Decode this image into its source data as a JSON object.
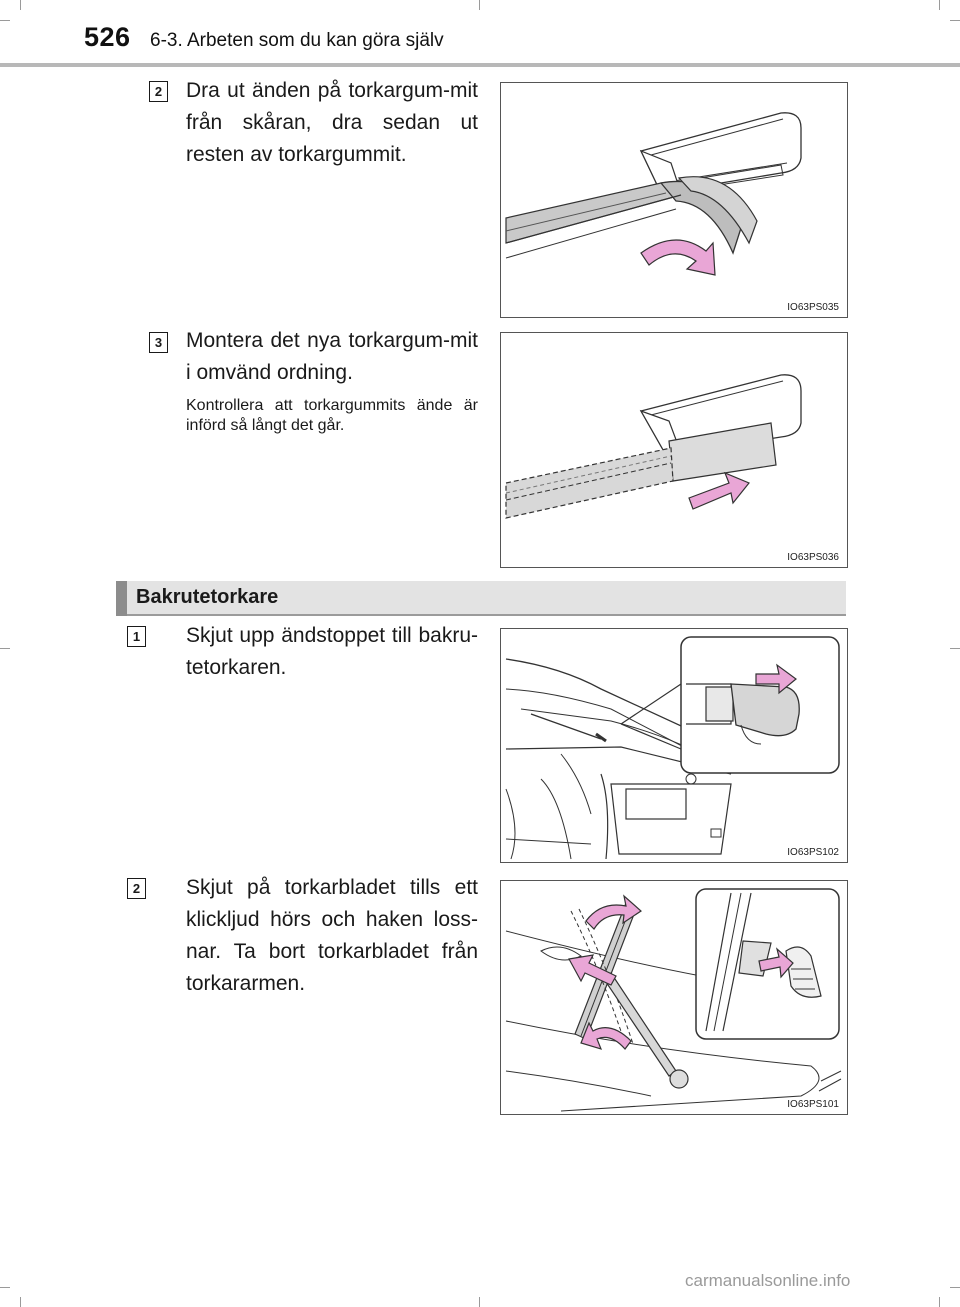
{
  "header": {
    "page_number": "526",
    "section_title": "6-3. Arbeten som du kan göra själv"
  },
  "steps_top": [
    {
      "number": "2",
      "text": "Dra ut änden på torkargum-mit från skåran, dra sedan ut resten av torkargummit.",
      "figure_code": "IO63PS035"
    },
    {
      "number": "3",
      "text": "Montera det nya torkargum-mit i omvänd ordning.",
      "note": "Kontrollera att torkargummits ände är införd så långt det går.",
      "figure_code": "IO63PS036"
    }
  ],
  "section": {
    "title": "Bakrutetorkare"
  },
  "steps_bottom": [
    {
      "number": "1",
      "text": "Skjut upp ändstoppet till bakru-tetorkaren.",
      "figure_code": "IO63PS102"
    },
    {
      "number": "2",
      "text": "Skjut på torkarbladet tills ett klickljud hörs och haken loss-nar. Ta bort torkarbladet från torkararmen.",
      "figure_code": "IO63PS101"
    }
  ],
  "colors": {
    "arrow": "#e9a6d6",
    "section_bg": "#e3e3e3",
    "accent": "#8c8c8c"
  },
  "footer": {
    "watermark": "carmanualsonline.info"
  }
}
